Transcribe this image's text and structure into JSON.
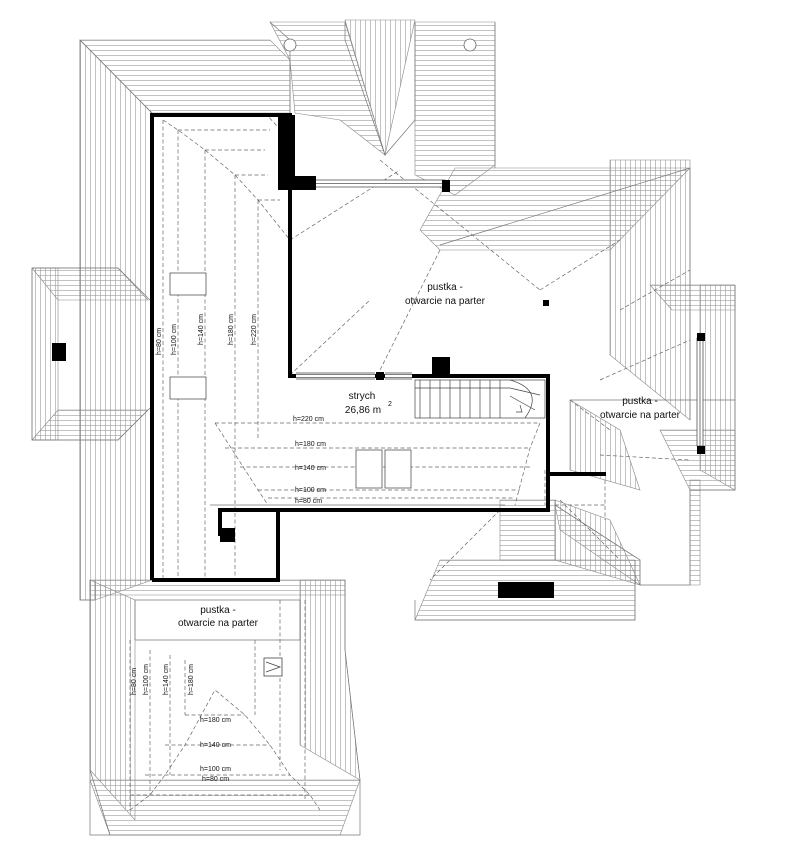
{
  "rooms": {
    "void_top": {
      "line1": "pustka -",
      "line2": "otwarcie na parter"
    },
    "void_right": {
      "line1": "pustka -",
      "line2": "otwarcie na parter"
    },
    "void_bottom": {
      "line1": "pustka -",
      "line2": "otwarcie na parter"
    },
    "attic": {
      "name": "strych",
      "area": "26,86 m",
      "area_exp": "2"
    }
  },
  "heights": {
    "attic_rows": [
      "h=220 cm",
      "h=180 cm",
      "h=140 cm",
      "h=100 cm",
      "h=80 cm"
    ],
    "wing_cols": [
      "h=80 cm",
      "h=100 cm",
      "h=140 cm",
      "h=180 cm",
      "h=220 cm"
    ],
    "bottom_cols": [
      "h=80 cm",
      "h=100 cm",
      "h=140 cm",
      "h=180 cm"
    ],
    "bottom_rows": [
      "h=180 cm",
      "h=140 cm",
      "h=100 cm",
      "h=80 cm"
    ]
  }
}
